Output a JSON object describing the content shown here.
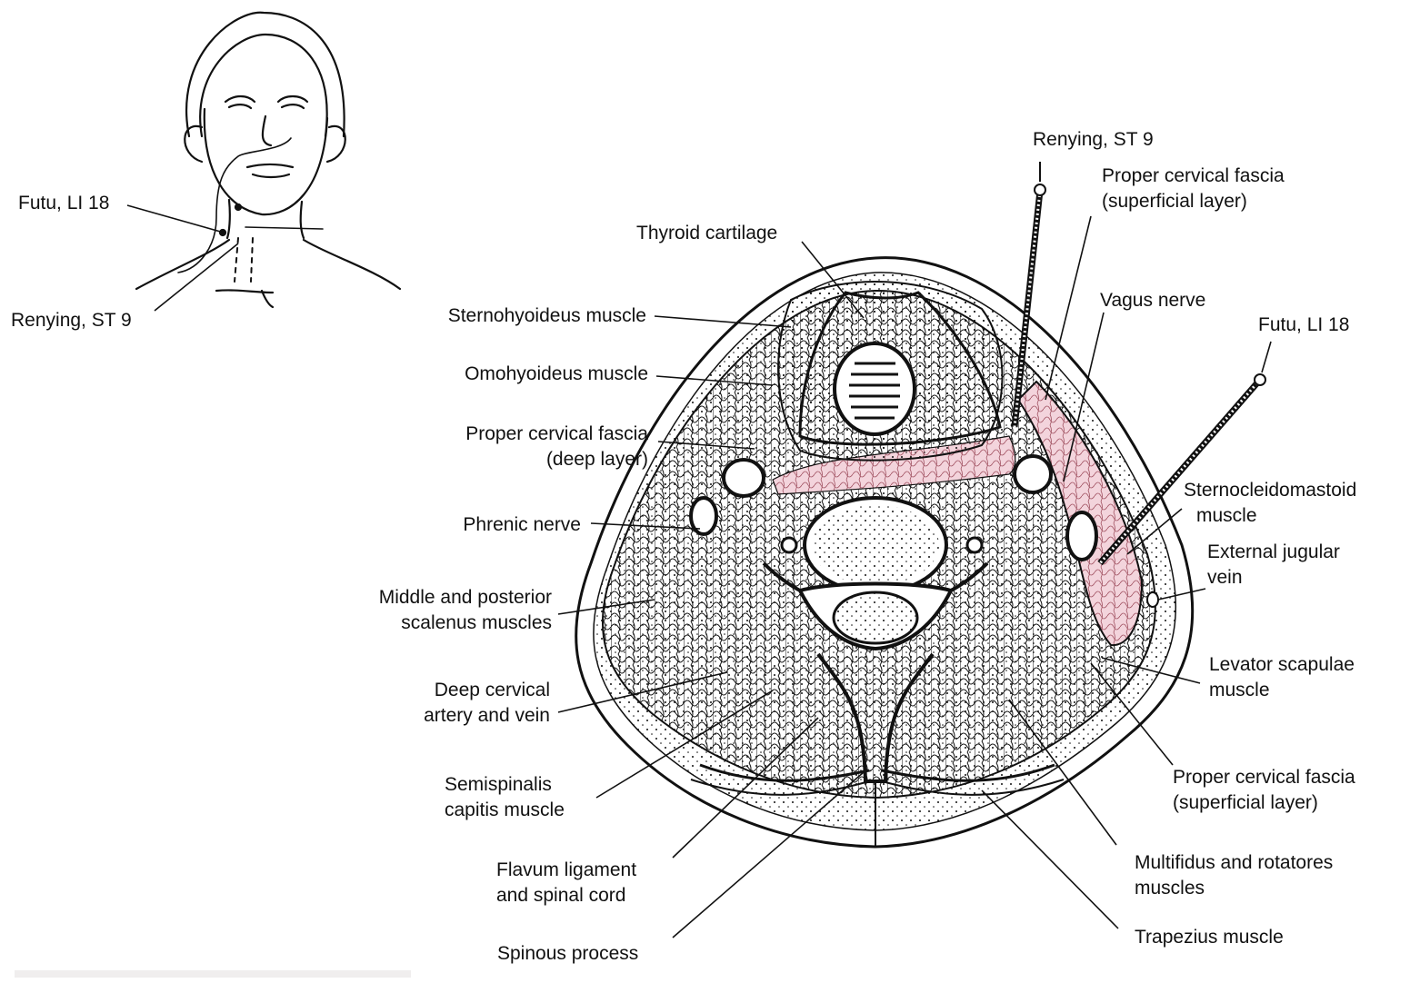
{
  "figure": {
    "head_labels": {
      "futu": "Futu, LI 18",
      "renying": "Renying, ST 9"
    },
    "section_labels": {
      "renying": "Renying, ST 9",
      "futu": "Futu, LI 18",
      "proper_fascia_superficial_top": [
        "Proper cervical fascia",
        "(superficial layer)"
      ],
      "thyroid_cartilage": "Thyroid cartilage",
      "vagus_nerve": "Vagus nerve",
      "sternohyoideus": "Sternohyoideus muscle",
      "omohyoideus": "Omohyoideus muscle",
      "proper_fascia_deep": [
        "Proper cervical fascia",
        "(deep layer)"
      ],
      "phrenic_nerve": "Phrenic nerve",
      "scalenus": [
        "Middle and posterior",
        "scalenus muscles"
      ],
      "deep_cervical": [
        "Deep cervical",
        "artery and vein"
      ],
      "semispinalis": [
        "Semispinalis",
        "capitis muscle"
      ],
      "flavum": [
        "Flavum ligament",
        "and spinal cord"
      ],
      "spinous": "Spinous process",
      "scm": [
        "Sternocleidomastoid",
        "muscle"
      ],
      "ext_jugular": [
        "External jugular",
        "vein"
      ],
      "levator": [
        "Levator scapulae",
        "muscle"
      ],
      "proper_fascia_superficial_bottom": [
        "Proper cervical fascia",
        "(superficial layer)"
      ],
      "multifidus": [
        "Multifidus and rotatores",
        "muscles"
      ],
      "trapezius": "Trapezius muscle"
    },
    "colors": {
      "ink": "#111111",
      "muscle_tint": "#f3d4dc",
      "background": "#ffffff"
    }
  }
}
